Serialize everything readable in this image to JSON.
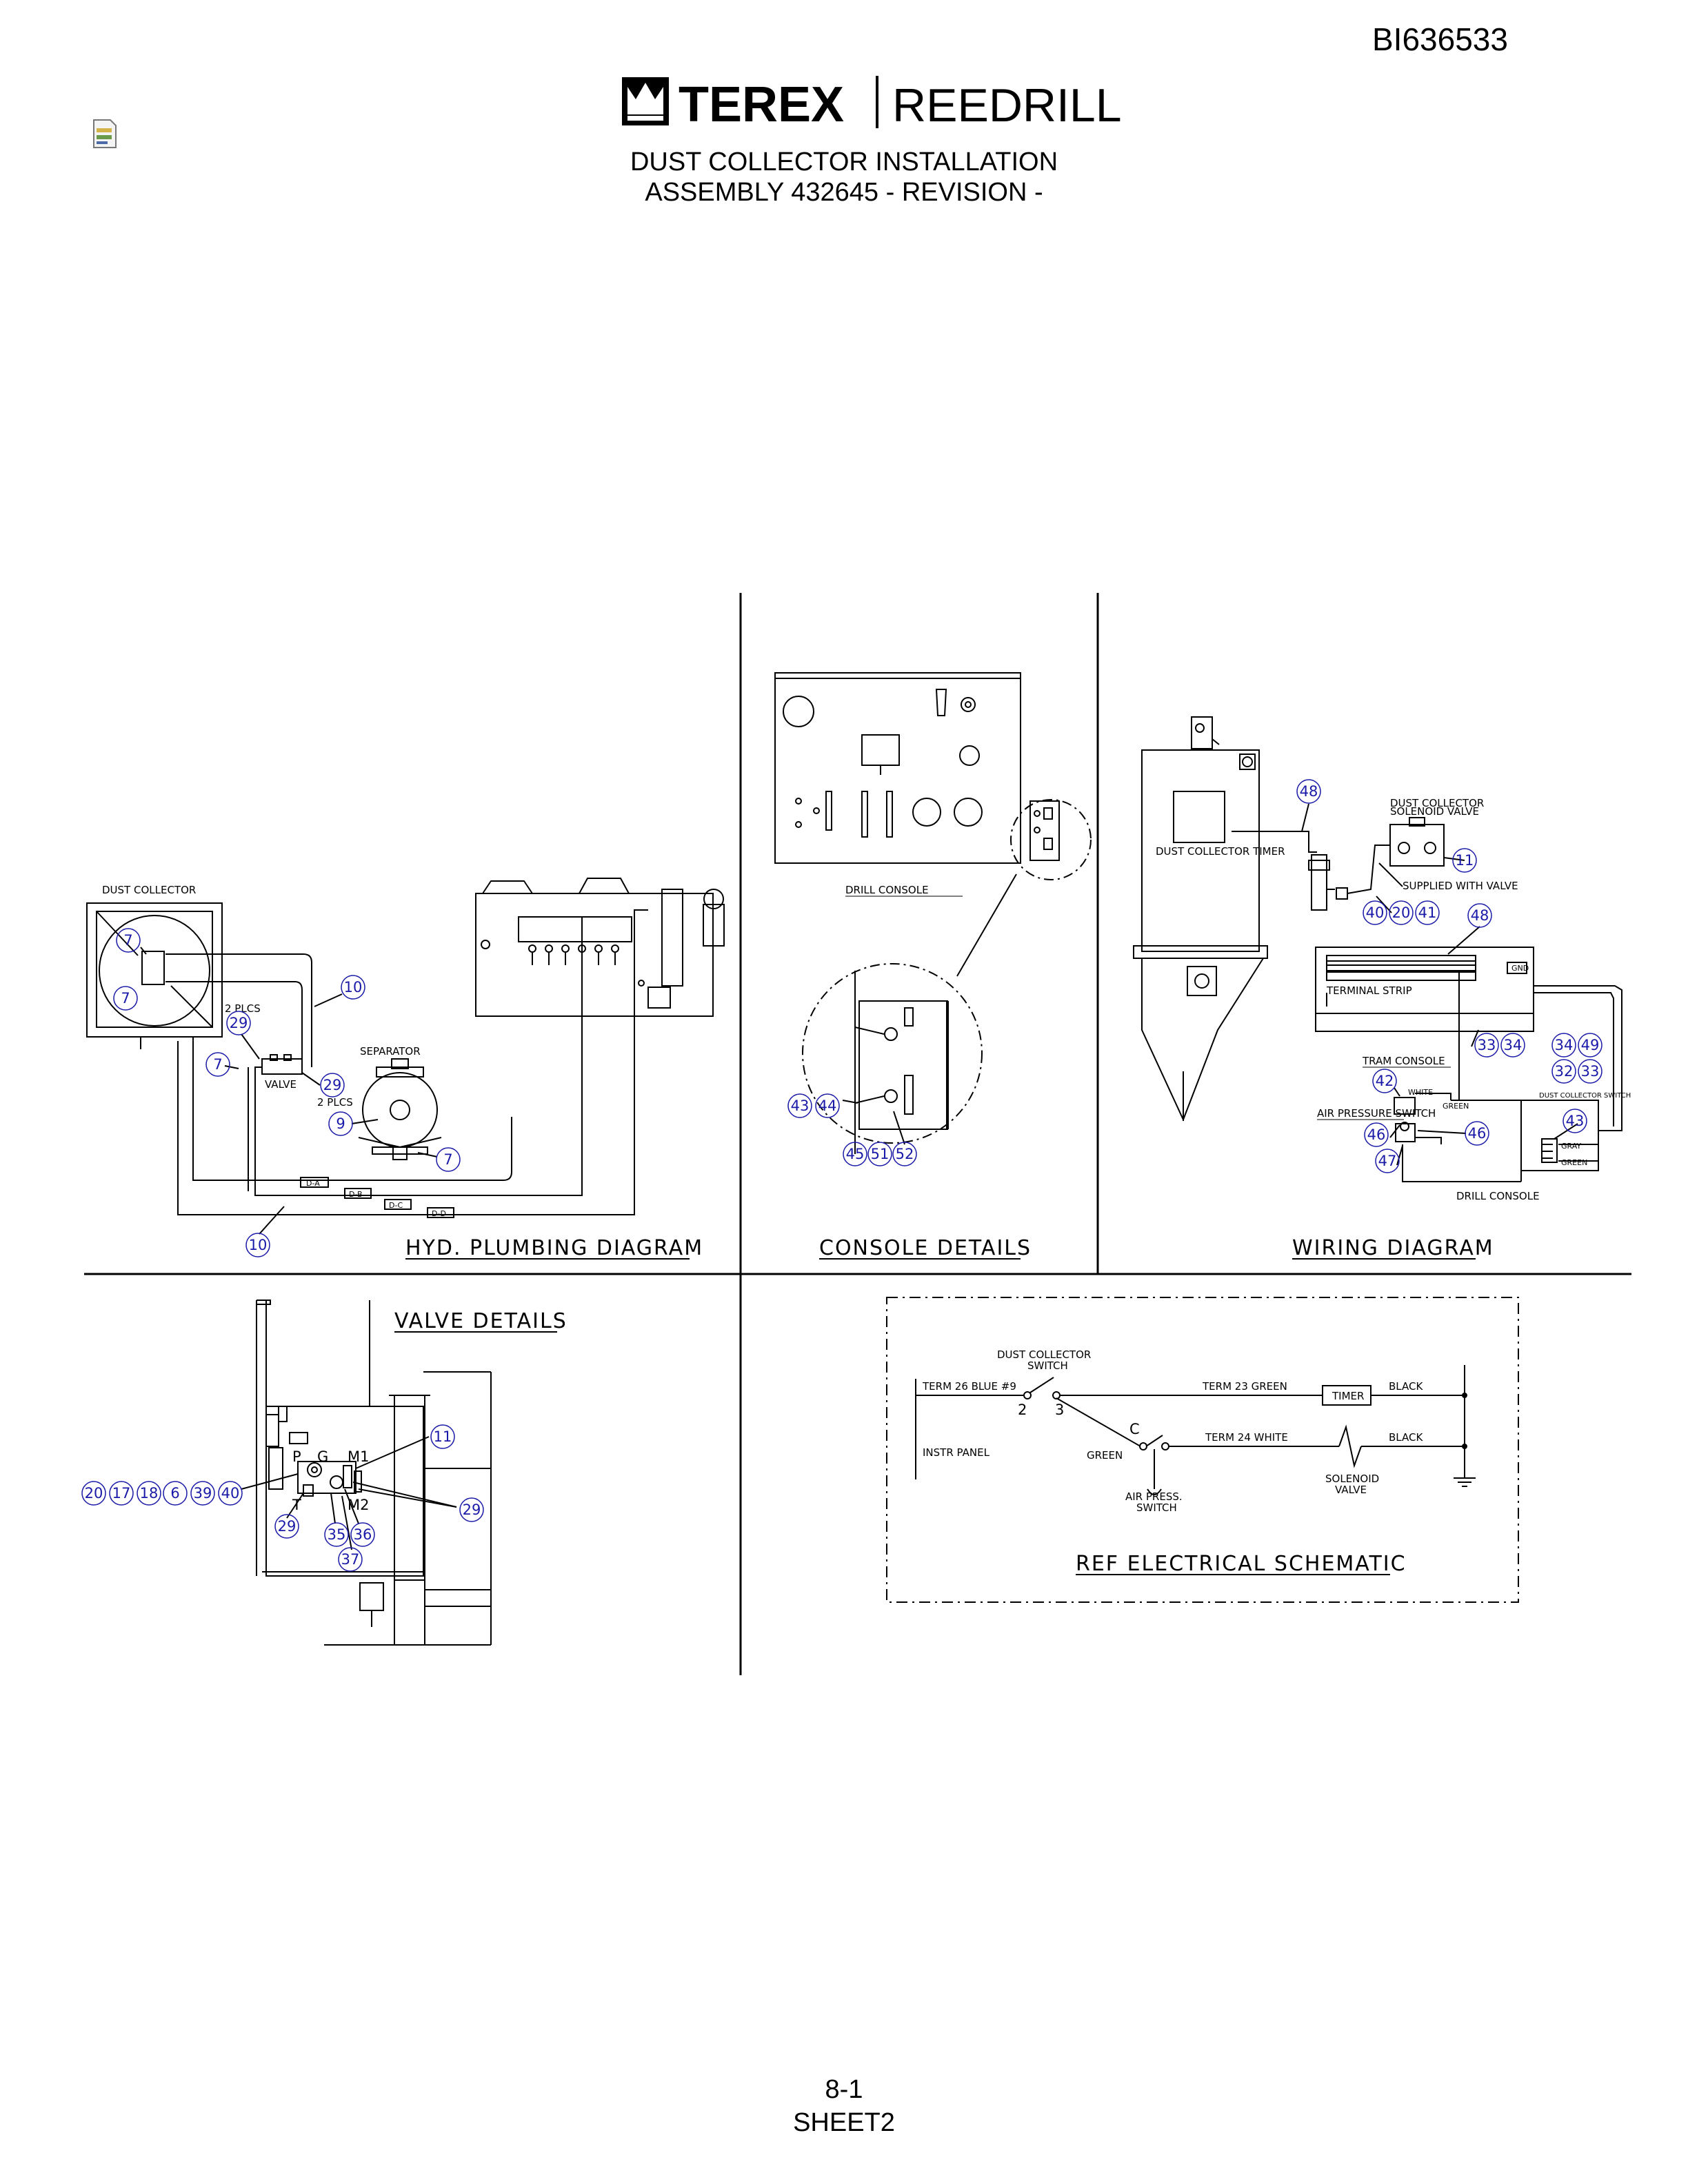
{
  "header": {
    "doc_number": "BI636533",
    "brand_left": "TEREX",
    "brand_right": "REEDRILL",
    "title_line1": "DUST COLLECTOR INSTALLATION",
    "title_line2": "ASSEMBLY 432645 - REVISION -"
  },
  "footer": {
    "page": "8-1",
    "sheet": "SHEET2"
  },
  "sections": {
    "hyd": "HYD. PLUMBING DIAGRAM",
    "console": "CONSOLE DETAILS",
    "wiring": "WIRING DIAGRAM",
    "valve": "VALVE DETAILS",
    "electrical": "REF ELECTRICAL SCHEMATIC"
  },
  "labels": {
    "dust_collector": "DUST COLLECTOR",
    "two_plcs": "2 PLCS",
    "valve": "VALVE",
    "separator": "SEPARATOR",
    "two_plcs_b": "2 PLCS",
    "hose_a": "D-A",
    "hose_b": "D-B",
    "hose_c": "D-C",
    "hose_d": "D-D",
    "drill_console": "DRILL CONSOLE",
    "dust_collector_timer": "DUST COLLECTOR TIMER",
    "dc_solenoid_valve_1": "DUST COLLECTOR",
    "dc_solenoid_valve_2": "SOLENOID VALVE",
    "supplied_with_valve": "SUPPLIED WITH VALVE",
    "terminal_strip": "TERMINAL STRIP",
    "tram_console": "TRAM CONSOLE",
    "air_pressure_switch": "AIR PRESSURE SWITCH",
    "white": "WHITE",
    "green": "GREEN",
    "dc_switch_small": "DUST COLLECTOR SWITCH",
    "gray": "GRAY",
    "green_b": "GREEN",
    "drill_console_b": "DRILL CONSOLE",
    "gnd": "GND",
    "port_p": "P",
    "port_g": "G",
    "port_m1": "M1",
    "port_t": "T",
    "port_m2": "M2",
    "dc_switch_1": "DUST COLLECTOR",
    "dc_switch_2": "SWITCH",
    "term26": "TERM 26 BLUE #9",
    "term23": "TERM 23 GREEN",
    "term24": "TERM 24 WHITE",
    "timer": "TIMER",
    "black1": "BLACK",
    "black2": "BLACK",
    "instr_panel": "INSTR PANEL",
    "green_wire": "GREEN",
    "contact_c": "C",
    "contact_2": "2",
    "contact_3": "3",
    "air_press_1": "AIR PRESS.",
    "air_press_2": "SWITCH",
    "solenoid_1": "SOLENOID",
    "solenoid_2": "VALVE"
  },
  "bubbles": {
    "hyd": [
      "7",
      "7",
      "10",
      "29",
      "7",
      "29",
      "9",
      "7",
      "10"
    ],
    "console": [
      "43",
      "44",
      "45",
      "51",
      "52"
    ],
    "wiring": [
      "48",
      "11",
      "40",
      "20",
      "41",
      "48",
      "33",
      "34",
      "34",
      "49",
      "42",
      "32",
      "33",
      "46",
      "46",
      "43",
      "47"
    ],
    "valve": [
      "20",
      "17",
      "18",
      "6",
      "39",
      "40",
      "11",
      "29",
      "29",
      "35",
      "36",
      "37"
    ]
  }
}
